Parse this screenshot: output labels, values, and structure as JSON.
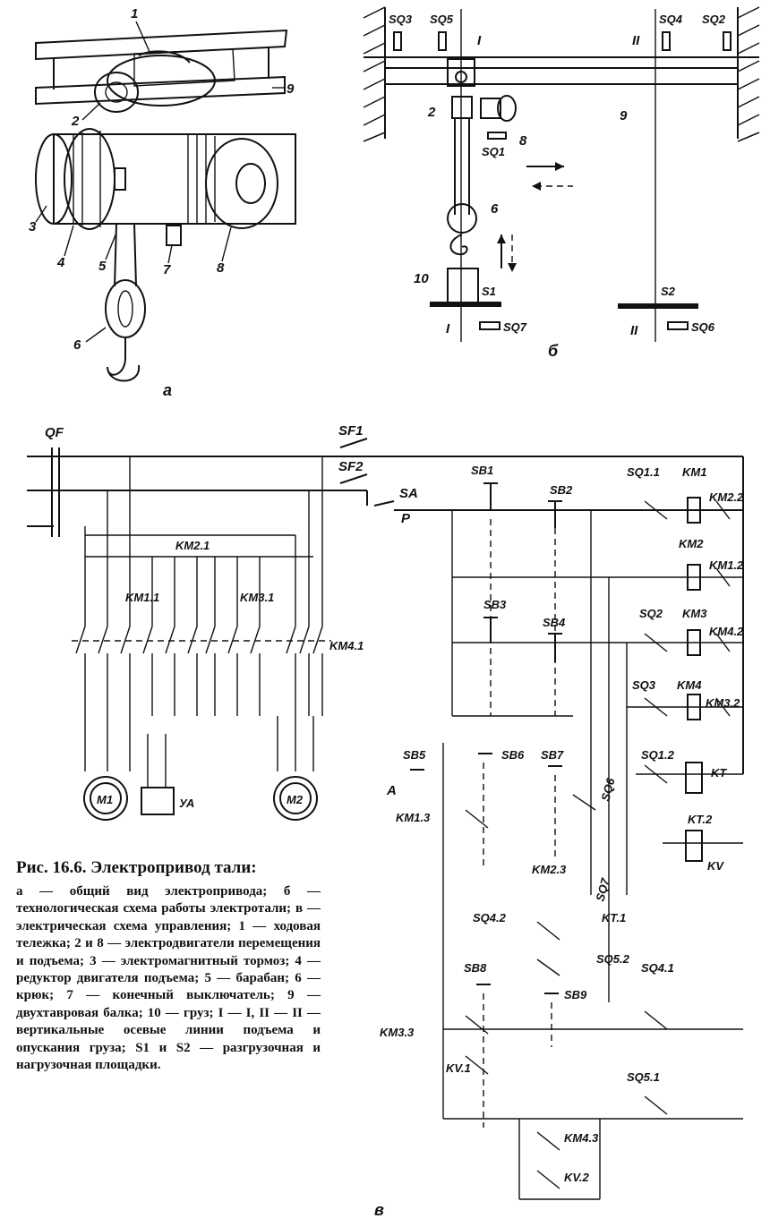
{
  "panel_a": {
    "letter": "а",
    "callouts": [
      "1",
      "2",
      "3",
      "4",
      "5",
      "6",
      "7",
      "8",
      "9"
    ]
  },
  "panel_b": {
    "letter": "б",
    "labels": {
      "sq3": "SQ3",
      "sq5": "SQ5",
      "sq4": "SQ4",
      "sq2": "SQ2",
      "sq1": "SQ1",
      "sq7": "SQ7",
      "sq6": "SQ6",
      "axis1_top": "I",
      "axis2_top": "II",
      "axis1_bot": "I",
      "axis2_bot": "II",
      "n2": "2",
      "n8": "8",
      "n9": "9",
      "n6": "6",
      "n10": "10",
      "s1": "S1",
      "s2": "S2"
    }
  },
  "panel_v": {
    "letter": "в",
    "power": {
      "qf": "QF",
      "sf1": "SF1",
      "sf2": "SF2",
      "km21": "KM2.1",
      "km11": "KM1.1",
      "km31": "KM3.1",
      "km41": "KM4.1",
      "m1": "M1",
      "m2": "M2",
      "ya": "УА"
    },
    "control": {
      "sa": "SA",
      "p": "P",
      "sb1": "SB1",
      "sb2": "SB2",
      "sq11": "SQ1.1",
      "km1": "KM1",
      "km22": "KM2.2",
      "km2": "KM2",
      "km12": "KM1.2",
      "sb3": "SB3",
      "sb4": "SB4",
      "sq2": "SQ2",
      "km3": "KM3",
      "km42": "KM4.2",
      "sq3": "SQ3",
      "km4": "KM4",
      "km32": "KM3.2",
      "sb5": "SB5",
      "sb6": "SB6",
      "sb7": "SB7",
      "sq6": "SQ6",
      "sq12": "SQ1.2",
      "kt": "KT",
      "a": "A",
      "km13": "KM1.3",
      "kt2": "KT.2",
      "kv": "KV",
      "km23": "KM2.3",
      "sq7": "SQ7",
      "sq42": "SQ4.2",
      "kt1": "KT.1",
      "sq52": "SQ5.2",
      "sq41": "SQ4.1",
      "sb8": "SB8",
      "sb9": "SB9",
      "km33": "KM3.3",
      "kv1": "KV.1",
      "sq51": "SQ5.1",
      "km43": "KM4.3",
      "kv2": "KV.2"
    }
  },
  "caption": {
    "title": "Рис.   16.6.   Электропривод тали:",
    "body": "а — общий вид электропривода; б — технологическая схема работы электротали; в — электрическая схема управления; 1 — ходовая тележка; 2 и 8 — электродвигатели перемещения и подъема; 3 — электромагнитный тормоз; 4 — редуктор двигателя подъема; 5 — барабан; 6 — крюк; 7 — конечный выключатель; 9 — двухтавровая балка; 10 — груз; I — I, II — II — вертикальные осевые линии подъема и опускания груза; S1 и S2 — разгрузочная и нагрузочная площадки."
  }
}
